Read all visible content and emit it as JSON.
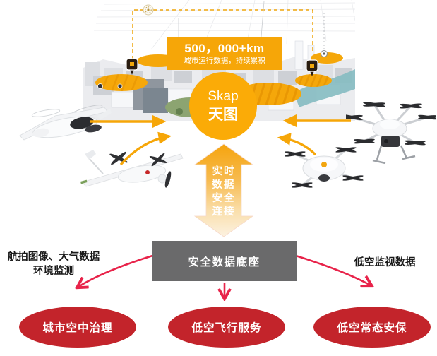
{
  "colors": {
    "amber": "#F6A608",
    "hub_fill": "#FBAB07",
    "arrow_red": "#E8234A",
    "crimson": "#C3242B",
    "box_gray": "#6A6A6B",
    "text_dark": "#1A1A1A"
  },
  "map": {
    "stats_value": "500，000+km",
    "stats_subtitle": "城市运行数据，持续累积"
  },
  "hub": {
    "brand": "Skap",
    "name": "天图"
  },
  "flow": {
    "lines": [
      "实时",
      "数据",
      "安全",
      "连接"
    ]
  },
  "foundation": {
    "label": "安全数据底座"
  },
  "inputs": {
    "left_line1": "航拍图像、大气数据",
    "left_line2": "环境监测",
    "right": "低空监视数据"
  },
  "outcomes": [
    {
      "label": "城市空中治理"
    },
    {
      "label": "低空飞行服务"
    },
    {
      "label": "低空常态安保"
    }
  ]
}
